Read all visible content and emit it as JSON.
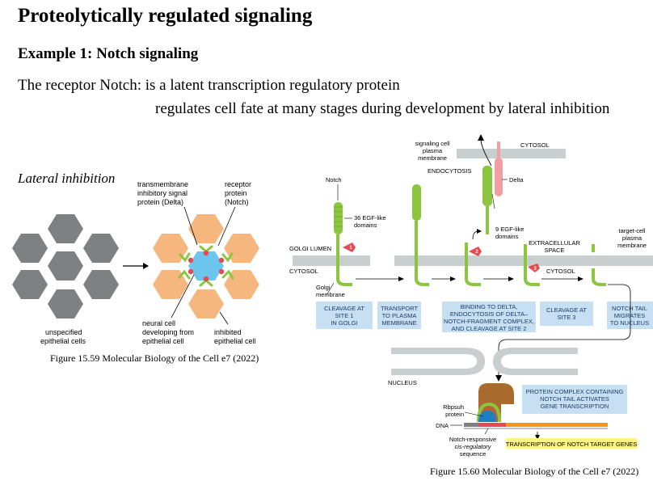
{
  "slide": {
    "title": "Proteolytically regulated signaling",
    "subtitle": "Example 1: Notch signaling",
    "line1": "The receptor Notch: is a latent transcription regulatory protein",
    "line2": "regulates cell fate at many stages during development by lateral inhibition",
    "lateral_heading": "Lateral inhibition"
  },
  "fig59": {
    "caption": "Figure 15.59 Molecular Biology of the Cell e7 (2022)",
    "label_tm1": "transmembrane",
    "label_tm2": "inhibitory signal",
    "label_tm3": "protein (Delta)",
    "label_rec1": "receptor",
    "label_rec2": "protein",
    "label_rec3": "(Notch)",
    "label_unspec1": "unspecified",
    "label_unspec2": "epithelial cells",
    "label_neural1": "neural cell",
    "label_neural2": "developing from",
    "label_neural3": "epithelial cell",
    "label_inhib1": "inhibited",
    "label_inhib2": "epithelial cell"
  },
  "fig60": {
    "caption": "Figure 15.60 Molecular Biology of the Cell e7 (2022)",
    "signaling1": "signaling cell",
    "signaling2": "plasma",
    "signaling3": "membrane",
    "cytosol_top": "CYTOSOL",
    "endocytosis": "ENDOCYTOSIS",
    "delta": "Delta",
    "notch": "Notch",
    "egf36a": "36 EGF-like",
    "egf36b": "domains",
    "egf9a": "9 EGF-like",
    "egf9b": "domains",
    "golgi_lumen": "GOLGI LUMEN",
    "extracellular1": "EXTRACELLULAR",
    "extracellular2": "SPACE",
    "target1": "target-cell",
    "target2": "plasma",
    "target3": "membrane",
    "cytosol_left": "CYTOSOL",
    "cytosol_right": "CYTOSOL",
    "golgi_mem1": "Golgi",
    "golgi_mem2": "membrane",
    "site1": "1",
    "site2": "2",
    "site3": "3",
    "box1_l1": "CLEAVAGE AT",
    "box1_l2": "SITE 1",
    "box1_l3": "IN GOLGI",
    "box2_l1": "TRANSPORT",
    "box2_l2": "TO PLASMA",
    "box2_l3": "MEMBRANE",
    "box3_l1": "BINDING TO DELTA,",
    "box3_l2": "ENDOCYTOSIS OF DELTA–",
    "box3_l3": "NOTCH-FRAGMENT COMPLEX,",
    "box3_l4": "AND CLEAVAGE AT SITE 2",
    "box4_l1": "CLEAVAGE AT",
    "box4_l2": "SITE 3",
    "box5_l1": "NOTCH TAIL",
    "box5_l2": "MIGRATES",
    "box5_l3": "TO NUCLEUS",
    "nucleus": "NUCLEUS",
    "complex1": "PROTEIN COMPLEX CONTAINING",
    "complex2": "NOTCH TAIL ACTIVATES",
    "complex3": "GENE TRANSCRIPTION",
    "rbpsuh1": "Rbpsuh",
    "rbpsuh2": "protein",
    "dna": "DNA",
    "resp1": "Notch-responsive",
    "resp2": "cis-regulatory",
    "resp3": "sequence",
    "transcription": "TRANSCRIPTION OF NOTCH TARGET GENES"
  },
  "colors": {
    "notch_green": "#8cc63f",
    "delta_pink": "#f19fa3",
    "membrane_gray": "#c9cecf",
    "cell_gray": "#7f8082",
    "cell_orange": "#f6b77e",
    "neural_blue": "#6cc5ec",
    "box_blue": "#c7dff2",
    "site_red": "#e8484f",
    "highlight_yellow": "#fff38a"
  }
}
